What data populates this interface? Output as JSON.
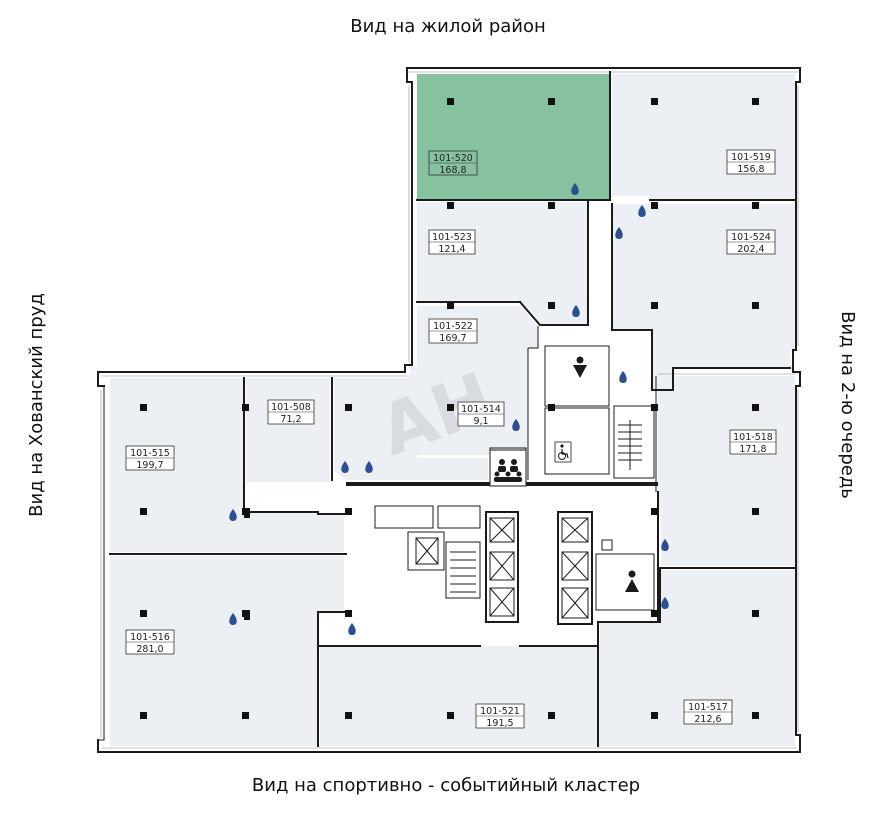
{
  "views": {
    "top": "Вид на жилой район",
    "bottom": "Вид на спортивно - событийный кластер",
    "left": "Вид на Хованский пруд",
    "right": "Вид на 2-ю очередь"
  },
  "colors": {
    "unit_fill": "#eceff3",
    "unit_selected_fill": "#86c29f",
    "core_fill": "#ffffff",
    "wall": "#1b1b1b",
    "water_icon": "#2c4f8f",
    "watermark": "#c9cbcf"
  },
  "watermark": "АН",
  "icons": {
    "water": "water-drop-icon",
    "male_wc": "male-toilet-icon",
    "female_wc": "female-toilet-icon",
    "accessible_wc": "wheelchair-icon",
    "meeting": "meeting-people-icon",
    "elevator": "elevator-icon",
    "stairs": "stairs-icon"
  },
  "units": [
    {
      "id": "101-520",
      "area": "168,8",
      "selected": true
    },
    {
      "id": "101-519",
      "area": "156,8",
      "selected": false
    },
    {
      "id": "101-523",
      "area": "121,4",
      "selected": false
    },
    {
      "id": "101-524",
      "area": "202,4",
      "selected": false
    },
    {
      "id": "101-522",
      "area": "169,7",
      "selected": false
    },
    {
      "id": "101-508",
      "area": "71,2",
      "selected": false
    },
    {
      "id": "101-514",
      "area": "9,1",
      "selected": false
    },
    {
      "id": "101-515",
      "area": "199,7",
      "selected": false
    },
    {
      "id": "101-518",
      "area": "171,8",
      "selected": false
    },
    {
      "id": "101-516",
      "area": "281,0",
      "selected": false
    },
    {
      "id": "101-521",
      "area": "191,5",
      "selected": false
    },
    {
      "id": "101-517",
      "area": "212,6",
      "selected": false
    }
  ]
}
